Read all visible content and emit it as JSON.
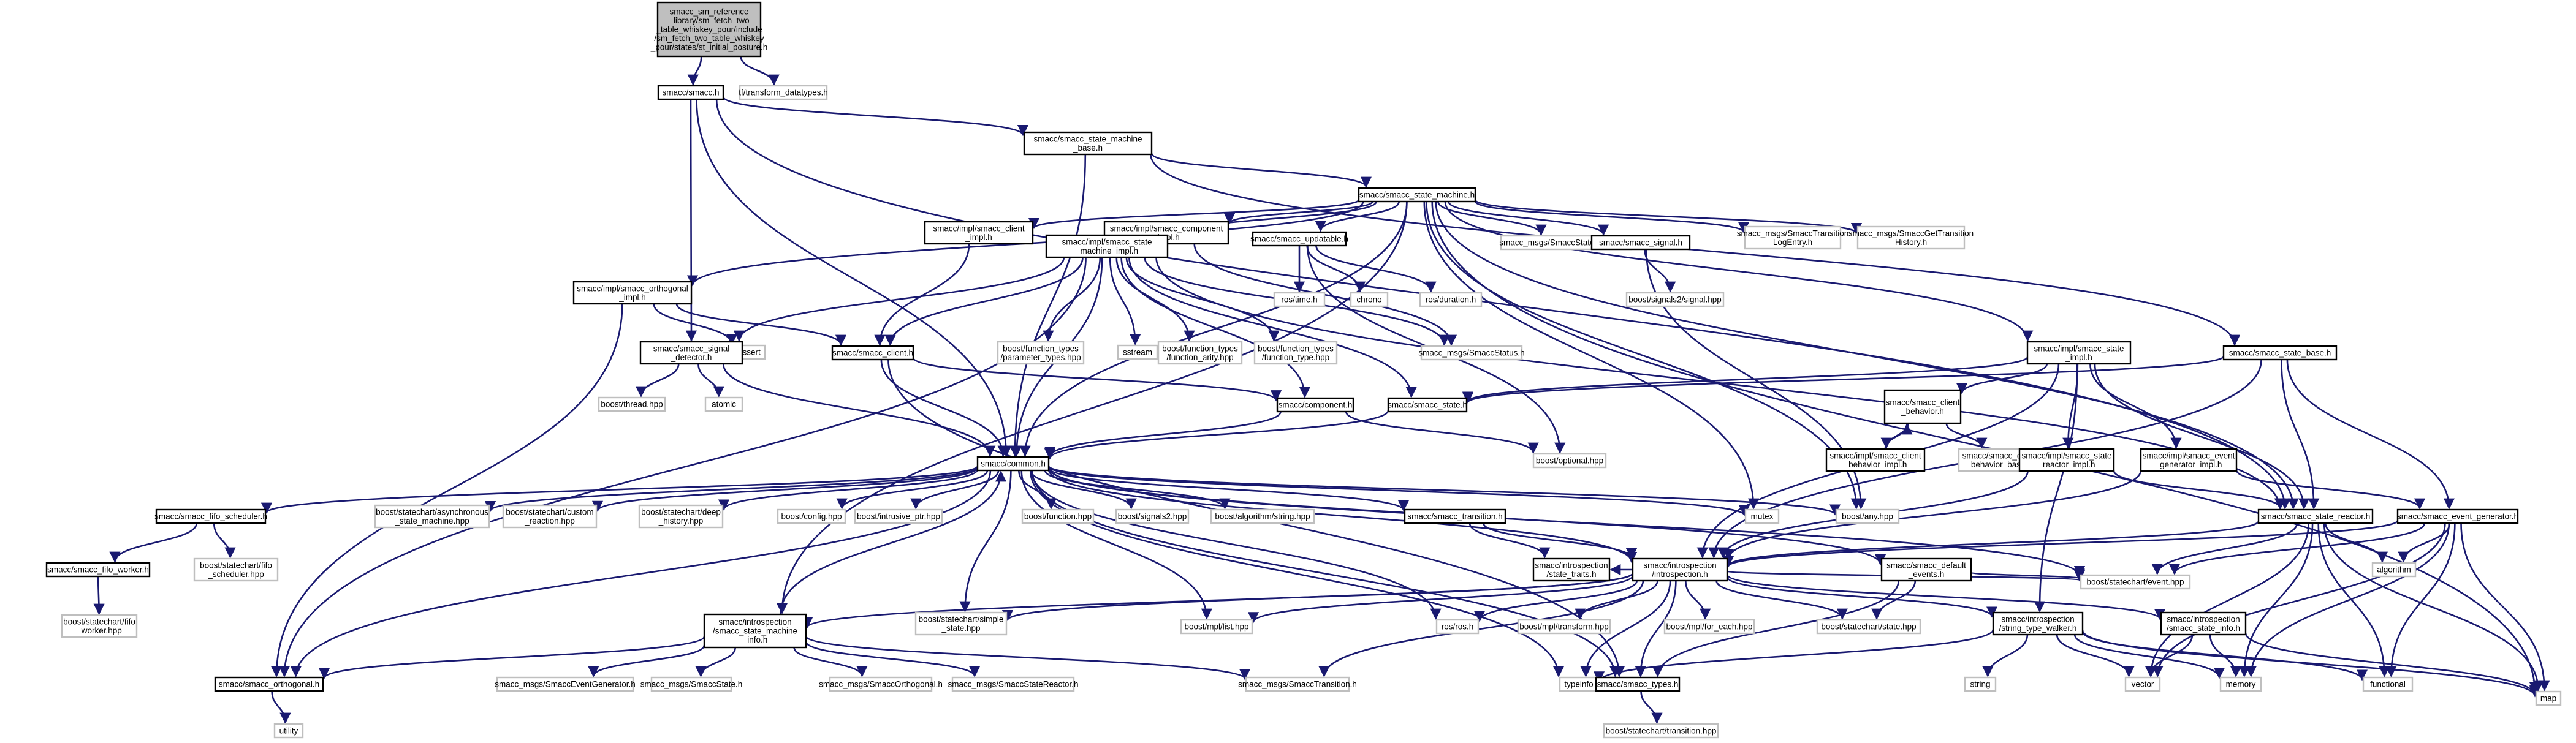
{
  "colors": {
    "edge": "#191970",
    "box_stroke": "#000000",
    "box_stroke_external": "#bfbfbf",
    "root_fill": "#bfbfbf",
    "node_fill": "#ffffff",
    "text": "#000000"
  },
  "nodes": [
    {
      "id": "root",
      "label": "smacc_sm_reference\n_library/sm_fetch_two\n_table_whiskey_pour/include\n/sm_fetch_two_table_whiskey\n_pour/states/st_initial_posture.h",
      "kind": "root"
    },
    {
      "id": "smacc_h",
      "label": "smacc/smacc.h",
      "kind": "internal"
    },
    {
      "id": "tf_transform",
      "label": "tf/transform_datatypes.h",
      "kind": "external"
    },
    {
      "id": "sm_base",
      "label": "smacc/smacc_state_machine\n_base.h",
      "kind": "internal"
    },
    {
      "id": "sm_h",
      "label": "smacc/smacc_state_machine.h",
      "kind": "internal"
    },
    {
      "id": "orth_impl",
      "label": "smacc/impl/smacc_orthogonal\n_impl.h",
      "kind": "internal"
    },
    {
      "id": "cassert",
      "label": "cassert",
      "kind": "external"
    },
    {
      "id": "client_impl",
      "label": "smacc/impl/smacc_client\n_impl.h",
      "kind": "internal"
    },
    {
      "id": "comp_impl",
      "label": "smacc/impl/smacc_component\n_impl.h",
      "kind": "internal"
    },
    {
      "id": "sm_impl",
      "label": "smacc/impl/smacc_state\n_machine_impl.h",
      "kind": "internal"
    },
    {
      "id": "updatable",
      "label": "smacc/smacc_updatable.h",
      "kind": "internal"
    },
    {
      "id": "ros_time",
      "label": "ros/time.h",
      "kind": "external"
    },
    {
      "id": "chrono",
      "label": "chrono",
      "kind": "external"
    },
    {
      "id": "ros_duration",
      "label": "ros/duration.h",
      "kind": "external"
    },
    {
      "id": "msgs_sm",
      "label": "smacc_msgs/SmaccStateMachine.h",
      "kind": "external"
    },
    {
      "id": "signal_h",
      "label": "smacc/smacc_signal.h",
      "kind": "internal"
    },
    {
      "id": "signals2_signal",
      "label": "boost/signals2/signal.hpp",
      "kind": "external"
    },
    {
      "id": "msgs_tle",
      "label": "smacc_msgs/SmaccTransition\nLogEntry.h",
      "kind": "external"
    },
    {
      "id": "msgs_gth",
      "label": "smacc_msgs/SmaccGetTransition\nHistory.h",
      "kind": "external"
    },
    {
      "id": "state_impl",
      "label": "smacc/impl/smacc_state\n_impl.h",
      "kind": "internal"
    },
    {
      "id": "state_base",
      "label": "smacc/smacc_state_base.h",
      "kind": "internal"
    },
    {
      "id": "sig_detector",
      "label": "smacc/smacc_signal\n_detector.h",
      "kind": "internal"
    },
    {
      "id": "thread",
      "label": "boost/thread.hpp",
      "kind": "external"
    },
    {
      "id": "atomic",
      "label": "atomic",
      "kind": "external"
    },
    {
      "id": "client_h",
      "label": "smacc/smacc_client.h",
      "kind": "internal"
    },
    {
      "id": "fn_param",
      "label": "boost/function_types\n/parameter_types.hpp",
      "kind": "external"
    },
    {
      "id": "sstream",
      "label": "sstream",
      "kind": "external"
    },
    {
      "id": "fn_arity",
      "label": "boost/function_types\n/function_arity.hpp",
      "kind": "external"
    },
    {
      "id": "fn_type",
      "label": "boost/function_types\n/function_type.hpp",
      "kind": "external"
    },
    {
      "id": "msgs_status",
      "label": "smacc_msgs/SmaccStatus.h",
      "kind": "external"
    },
    {
      "id": "component_h",
      "label": "smacc/component.h",
      "kind": "internal"
    },
    {
      "id": "state_h",
      "label": "smacc/smacc_state.h",
      "kind": "internal"
    },
    {
      "id": "client_behavior",
      "label": "smacc/smacc_client\n_behavior.h",
      "kind": "internal"
    },
    {
      "id": "cb_impl",
      "label": "smacc/impl/smacc_client\n_behavior_impl.h",
      "kind": "internal"
    },
    {
      "id": "cb_base",
      "label": "smacc/smacc_client\n_behavior_base.h",
      "kind": "external"
    },
    {
      "id": "reactor_impl",
      "label": "smacc/impl/smacc_state\n_reactor_impl.h",
      "kind": "internal"
    },
    {
      "id": "evgen_impl",
      "label": "smacc/impl/smacc_event\n_generator_impl.h",
      "kind": "internal"
    },
    {
      "id": "optional",
      "label": "boost/optional.hpp",
      "kind": "external"
    },
    {
      "id": "common",
      "label": "smacc/common.h",
      "kind": "internal"
    },
    {
      "id": "mutex",
      "label": "mutex",
      "kind": "external"
    },
    {
      "id": "any",
      "label": "boost/any.hpp",
      "kind": "external"
    },
    {
      "id": "state_reactor",
      "label": "smacc/smacc_state_reactor.h",
      "kind": "internal"
    },
    {
      "id": "event_generator",
      "label": "smacc/smacc_event_generator.h",
      "kind": "internal"
    },
    {
      "id": "fifo_sched",
      "label": "smacc/smacc_fifo_scheduler.h",
      "kind": "internal"
    },
    {
      "id": "async_sm",
      "label": "boost/statechart/asynchronous\n_state_machine.hpp",
      "kind": "external"
    },
    {
      "id": "custom_reaction",
      "label": "boost/statechart/custom\n_reaction.hpp",
      "kind": "external"
    },
    {
      "id": "deep_history",
      "label": "boost/statechart/deep\n_history.hpp",
      "kind": "external"
    },
    {
      "id": "config",
      "label": "boost/config.hpp",
      "kind": "external"
    },
    {
      "id": "intrusive_ptr",
      "label": "boost/intrusive_ptr.hpp",
      "kind": "external"
    },
    {
      "id": "function",
      "label": "boost/function.hpp",
      "kind": "external"
    },
    {
      "id": "signals2",
      "label": "boost/signals2.hpp",
      "kind": "external"
    },
    {
      "id": "algo_string",
      "label": "boost/algorithm/string.hpp",
      "kind": "external"
    },
    {
      "id": "transition_h",
      "label": "smacc/smacc_transition.h",
      "kind": "internal"
    },
    {
      "id": "algorithm",
      "label": "algorithm",
      "kind": "external"
    },
    {
      "id": "map",
      "label": "map",
      "kind": "external"
    },
    {
      "id": "fifo_worker",
      "label": "smacc/smacc_fifo_worker.h",
      "kind": "internal"
    },
    {
      "id": "fifo_sched_hpp",
      "label": "boost/statechart/fifo\n_scheduler.hpp",
      "kind": "external"
    },
    {
      "id": "state_traits",
      "label": "smacc/introspection\n/state_traits.h",
      "kind": "internal"
    },
    {
      "id": "introspection",
      "label": "smacc/introspection\n/introspection.h",
      "kind": "internal"
    },
    {
      "id": "default_events",
      "label": "smacc/smacc_default\n_events.h",
      "kind": "internal"
    },
    {
      "id": "event_hpp",
      "label": "boost/statechart/event.hpp",
      "kind": "external"
    },
    {
      "id": "fifo_worker_hpp",
      "label": "boost/statechart/fifo\n_worker.hpp",
      "kind": "external"
    },
    {
      "id": "simple_state",
      "label": "boost/statechart/simple\n_state.hpp",
      "kind": "external"
    },
    {
      "id": "list_hpp",
      "label": "boost/mpl/list.hpp",
      "kind": "external"
    },
    {
      "id": "ros_h",
      "label": "ros/ros.h",
      "kind": "external"
    },
    {
      "id": "transform_hpp",
      "label": "boost/mpl/transform.hpp",
      "kind": "external"
    },
    {
      "id": "for_each",
      "label": "boost/mpl/for_each.hpp",
      "kind": "external"
    },
    {
      "id": "state_hpp",
      "label": "boost/statechart/state.hpp",
      "kind": "external"
    },
    {
      "id": "type_walker",
      "label": "smacc/introspection\n/string_type_walker.h",
      "kind": "internal"
    },
    {
      "id": "state_info",
      "label": "smacc/introspection\n/smacc_state_info.h",
      "kind": "internal"
    },
    {
      "id": "sm_info",
      "label": "smacc/introspection\n/smacc_state_machine\n_info.h",
      "kind": "internal"
    },
    {
      "id": "orthogonal_h",
      "label": "smacc/smacc_orthogonal.h",
      "kind": "internal"
    },
    {
      "id": "utility",
      "label": "utility",
      "kind": "external"
    },
    {
      "id": "msgs_evgen",
      "label": "smacc_msgs/SmaccEventGenerator.h",
      "kind": "external"
    },
    {
      "id": "msgs_state",
      "label": "smacc_msgs/SmaccState.h",
      "kind": "external"
    },
    {
      "id": "msgs_orth",
      "label": "smacc_msgs/SmaccOrthogonal.h",
      "kind": "external"
    },
    {
      "id": "msgs_reactor",
      "label": "smacc_msgs/SmaccStateReactor.h",
      "kind": "external"
    },
    {
      "id": "msgs_trans",
      "label": "smacc_msgs/SmaccTransition.h",
      "kind": "external"
    },
    {
      "id": "typeinfo",
      "label": "typeinfo",
      "kind": "external"
    },
    {
      "id": "types_h",
      "label": "smacc/smacc_types.h",
      "kind": "internal"
    },
    {
      "id": "transition_hpp",
      "label": "boost/statechart/transition.hpp",
      "kind": "external"
    },
    {
      "id": "string",
      "label": "string",
      "kind": "external"
    },
    {
      "id": "vector",
      "label": "vector",
      "kind": "external"
    },
    {
      "id": "memory",
      "label": "memory",
      "kind": "external"
    },
    {
      "id": "functional",
      "label": "functional",
      "kind": "external"
    }
  ],
  "edges": [
    [
      "root",
      "smacc_h"
    ],
    [
      "root",
      "tf_transform"
    ],
    [
      "smacc_h",
      "sm_base"
    ],
    [
      "smacc_h",
      "common"
    ],
    [
      "smacc_h",
      "sig_detector"
    ],
    [
      "smacc_h",
      "state_reactor"
    ],
    [
      "sm_base",
      "sm_h"
    ],
    [
      "sm_base",
      "state_base"
    ],
    [
      "sm_base",
      "common"
    ],
    [
      "sm_h",
      "orth_impl"
    ],
    [
      "sm_h",
      "client_impl"
    ],
    [
      "sm_h",
      "comp_impl"
    ],
    [
      "sm_h",
      "sm_impl"
    ],
    [
      "sm_h",
      "updatable"
    ],
    [
      "sm_h",
      "msgs_sm"
    ],
    [
      "sm_h",
      "signal_h"
    ],
    [
      "sm_h",
      "msgs_tle"
    ],
    [
      "sm_h",
      "msgs_gth"
    ],
    [
      "sm_h",
      "state_impl"
    ],
    [
      "sm_h",
      "common"
    ],
    [
      "sm_h",
      "sm_info"
    ],
    [
      "sm_h",
      "mutex"
    ],
    [
      "sm_h",
      "map"
    ],
    [
      "sm_h",
      "any"
    ],
    [
      "sm_h",
      "state_reactor"
    ],
    [
      "orth_impl",
      "cassert"
    ],
    [
      "orth_impl",
      "client_h"
    ],
    [
      "orth_impl",
      "orthogonal_h"
    ],
    [
      "client_impl",
      "client_h"
    ],
    [
      "comp_impl",
      "msgs_status"
    ],
    [
      "comp_impl",
      "sm_impl"
    ],
    [
      "sm_impl",
      "sig_detector"
    ],
    [
      "sm_impl",
      "client_h"
    ],
    [
      "sm_impl",
      "fn_param"
    ],
    [
      "sm_impl",
      "sstream"
    ],
    [
      "sm_impl",
      "fn_arity"
    ],
    [
      "sm_impl",
      "fn_type"
    ],
    [
      "sm_impl",
      "msgs_status"
    ],
    [
      "sm_impl",
      "component_h"
    ],
    [
      "sm_impl",
      "state_h"
    ],
    [
      "sm_impl",
      "orthogonal_h"
    ],
    [
      "sm_impl",
      "state_reactor"
    ],
    [
      "sm_impl",
      "common"
    ],
    [
      "updatable",
      "ros_time"
    ],
    [
      "updatable",
      "chrono"
    ],
    [
      "updatable",
      "ros_duration"
    ],
    [
      "updatable",
      "optional"
    ],
    [
      "signal_h",
      "signals2_signal"
    ],
    [
      "signal_h",
      "any"
    ],
    [
      "state_impl",
      "client_behavior"
    ],
    [
      "state_impl",
      "reactor_impl"
    ],
    [
      "state_impl",
      "evgen_impl"
    ],
    [
      "state_impl",
      "state_reactor"
    ],
    [
      "state_impl",
      "type_walker"
    ],
    [
      "state_impl",
      "state_h"
    ],
    [
      "state_impl",
      "introspection"
    ],
    [
      "state_base",
      "state_reactor"
    ],
    [
      "state_base",
      "event_generator"
    ],
    [
      "state_base",
      "introspection"
    ],
    [
      "state_base",
      "state_h"
    ],
    [
      "sig_detector",
      "thread"
    ],
    [
      "sig_detector",
      "atomic"
    ],
    [
      "sig_detector",
      "common"
    ],
    [
      "client_h",
      "common"
    ],
    [
      "client_h",
      "component_h"
    ],
    [
      "client_h",
      "types_h"
    ],
    [
      "component_h",
      "common"
    ],
    [
      "component_h",
      "optional"
    ],
    [
      "state_h",
      "common"
    ],
    [
      "client_behavior",
      "cb_impl"
    ],
    [
      "client_behavior",
      "cb_base"
    ],
    [
      "cb_impl",
      "client_behavior"
    ],
    [
      "reactor_impl",
      "state_reactor"
    ],
    [
      "reactor_impl",
      "introspection"
    ],
    [
      "evgen_impl",
      "event_generator"
    ],
    [
      "evgen_impl",
      "introspection"
    ],
    [
      "common",
      "fifo_sched"
    ],
    [
      "common",
      "async_sm"
    ],
    [
      "common",
      "custom_reaction"
    ],
    [
      "common",
      "deep_history"
    ],
    [
      "common",
      "config"
    ],
    [
      "common",
      "intrusive_ptr"
    ],
    [
      "common",
      "function"
    ],
    [
      "common",
      "signals2"
    ],
    [
      "common",
      "algo_string"
    ],
    [
      "common",
      "transition_h"
    ],
    [
      "common",
      "mutex"
    ],
    [
      "common",
      "any"
    ],
    [
      "common",
      "introspection"
    ],
    [
      "common",
      "default_events"
    ],
    [
      "common",
      "event_hpp"
    ],
    [
      "common",
      "simple_state"
    ],
    [
      "common",
      "list_hpp"
    ],
    [
      "common",
      "ros_h"
    ],
    [
      "common",
      "typeinfo"
    ],
    [
      "common",
      "types_h"
    ],
    [
      "common",
      "orthogonal_h"
    ],
    [
      "state_reactor",
      "algorithm"
    ],
    [
      "state_reactor",
      "map"
    ],
    [
      "state_reactor",
      "introspection"
    ],
    [
      "state_reactor",
      "event_hpp"
    ],
    [
      "state_reactor",
      "vector"
    ],
    [
      "state_reactor",
      "memory"
    ],
    [
      "state_reactor",
      "functional"
    ],
    [
      "event_generator",
      "algorithm"
    ],
    [
      "event_generator",
      "map"
    ],
    [
      "event_generator",
      "introspection"
    ],
    [
      "event_generator",
      "event_hpp"
    ],
    [
      "event_generator",
      "vector"
    ],
    [
      "event_generator",
      "memory"
    ],
    [
      "event_generator",
      "functional"
    ],
    [
      "fifo_sched",
      "fifo_worker"
    ],
    [
      "fifo_sched",
      "fifo_sched_hpp"
    ],
    [
      "fifo_worker",
      "fifo_worker_hpp"
    ],
    [
      "transition_h",
      "state_traits"
    ],
    [
      "transition_h",
      "introspection"
    ],
    [
      "introspection",
      "state_traits"
    ],
    [
      "introspection",
      "sm_info"
    ],
    [
      "introspection",
      "simple_state"
    ],
    [
      "introspection",
      "list_hpp"
    ],
    [
      "introspection",
      "ros_h"
    ],
    [
      "introspection",
      "transform_hpp"
    ],
    [
      "introspection",
      "for_each"
    ],
    [
      "introspection",
      "state_hpp"
    ],
    [
      "introspection",
      "type_walker"
    ],
    [
      "introspection",
      "state_info"
    ],
    [
      "introspection",
      "event_hpp"
    ],
    [
      "introspection",
      "typeinfo"
    ],
    [
      "introspection",
      "types_h"
    ],
    [
      "introspection",
      "msgs_trans"
    ],
    [
      "default_events",
      "state_hpp"
    ],
    [
      "default_events",
      "event_hpp"
    ],
    [
      "default_events",
      "types_h"
    ],
    [
      "sm_info",
      "orthogonal_h"
    ],
    [
      "sm_info",
      "msgs_evgen"
    ],
    [
      "sm_info",
      "msgs_state"
    ],
    [
      "sm_info",
      "msgs_orth"
    ],
    [
      "sm_info",
      "msgs_reactor"
    ],
    [
      "sm_info",
      "msgs_trans"
    ],
    [
      "sm_info",
      "common"
    ],
    [
      "orthogonal_h",
      "utility"
    ],
    [
      "types_h",
      "transition_hpp"
    ],
    [
      "type_walker",
      "string"
    ],
    [
      "type_walker",
      "vector"
    ],
    [
      "type_walker",
      "typeinfo"
    ],
    [
      "type_walker",
      "map"
    ],
    [
      "type_walker",
      "memory"
    ],
    [
      "type_walker",
      "functional"
    ],
    [
      "state_info",
      "vector"
    ],
    [
      "state_info",
      "memory"
    ],
    [
      "state_info",
      "map"
    ]
  ]
}
